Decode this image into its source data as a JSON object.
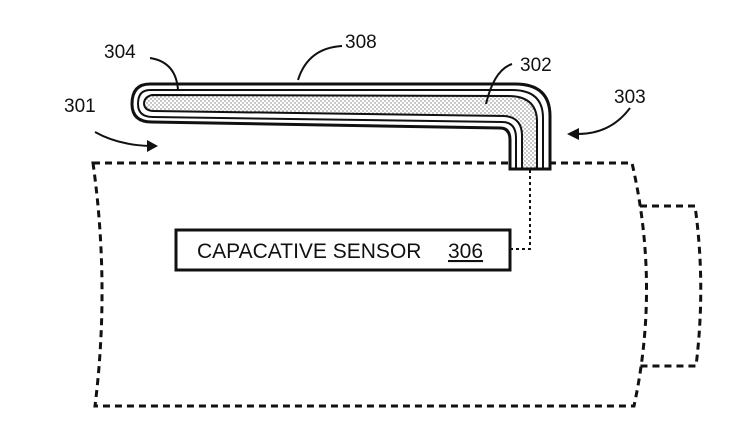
{
  "labels": {
    "ref_301": "301",
    "ref_302": "302",
    "ref_303": "303",
    "ref_304": "304",
    "ref_308": "308"
  },
  "sensor": {
    "text": "CAPACATIVE SENSOR",
    "ref": "306"
  },
  "colors": {
    "line": "#111111",
    "stipple": "#b5b5b5",
    "background": "#ffffff"
  }
}
